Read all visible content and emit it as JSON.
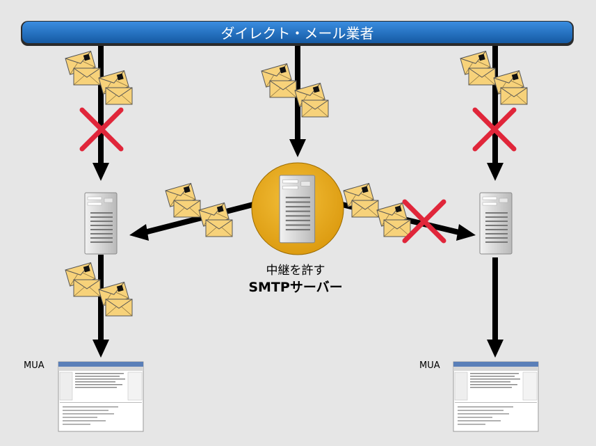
{
  "banner": {
    "title": "ダイレクト・メール業者"
  },
  "relay_server": {
    "line1": "中継を許す",
    "line2": "SMTPサーバー"
  },
  "clients": {
    "left_label": "MUA",
    "right_label": "MUA"
  },
  "colors": {
    "banner_blue": "#1e6fbf",
    "relay_circle": "#e8a712",
    "blocked_x": "#e0263a",
    "envelope": "#f7d27a",
    "background": "#e6e6e6"
  }
}
